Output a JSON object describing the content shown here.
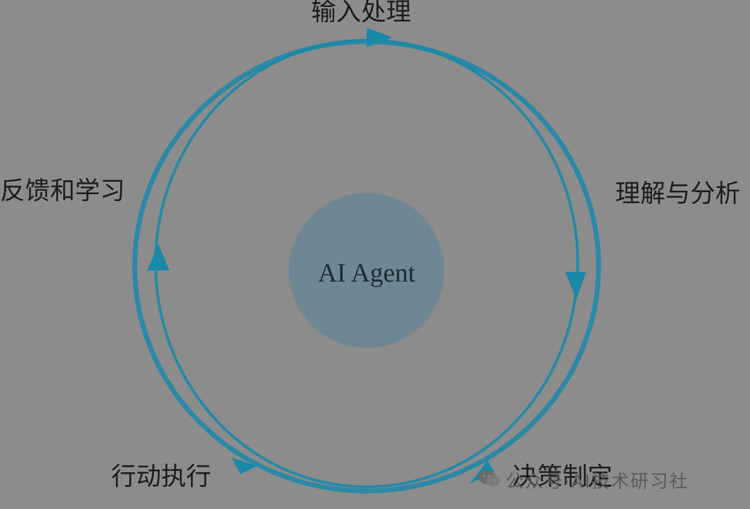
{
  "diagram": {
    "center": "AI Agent",
    "stages": {
      "input": "输入处理",
      "understand": "理解与分析",
      "decision": "决策制定",
      "action": "行动执行",
      "feedback": "反馈和学习"
    }
  },
  "watermark": {
    "text": "公众号·AI技术研习社",
    "icon": "wechat-icon"
  },
  "colors": {
    "background": "#8c8c8c",
    "cycle": "#1a88a9",
    "center_fill": "#6f8792"
  }
}
